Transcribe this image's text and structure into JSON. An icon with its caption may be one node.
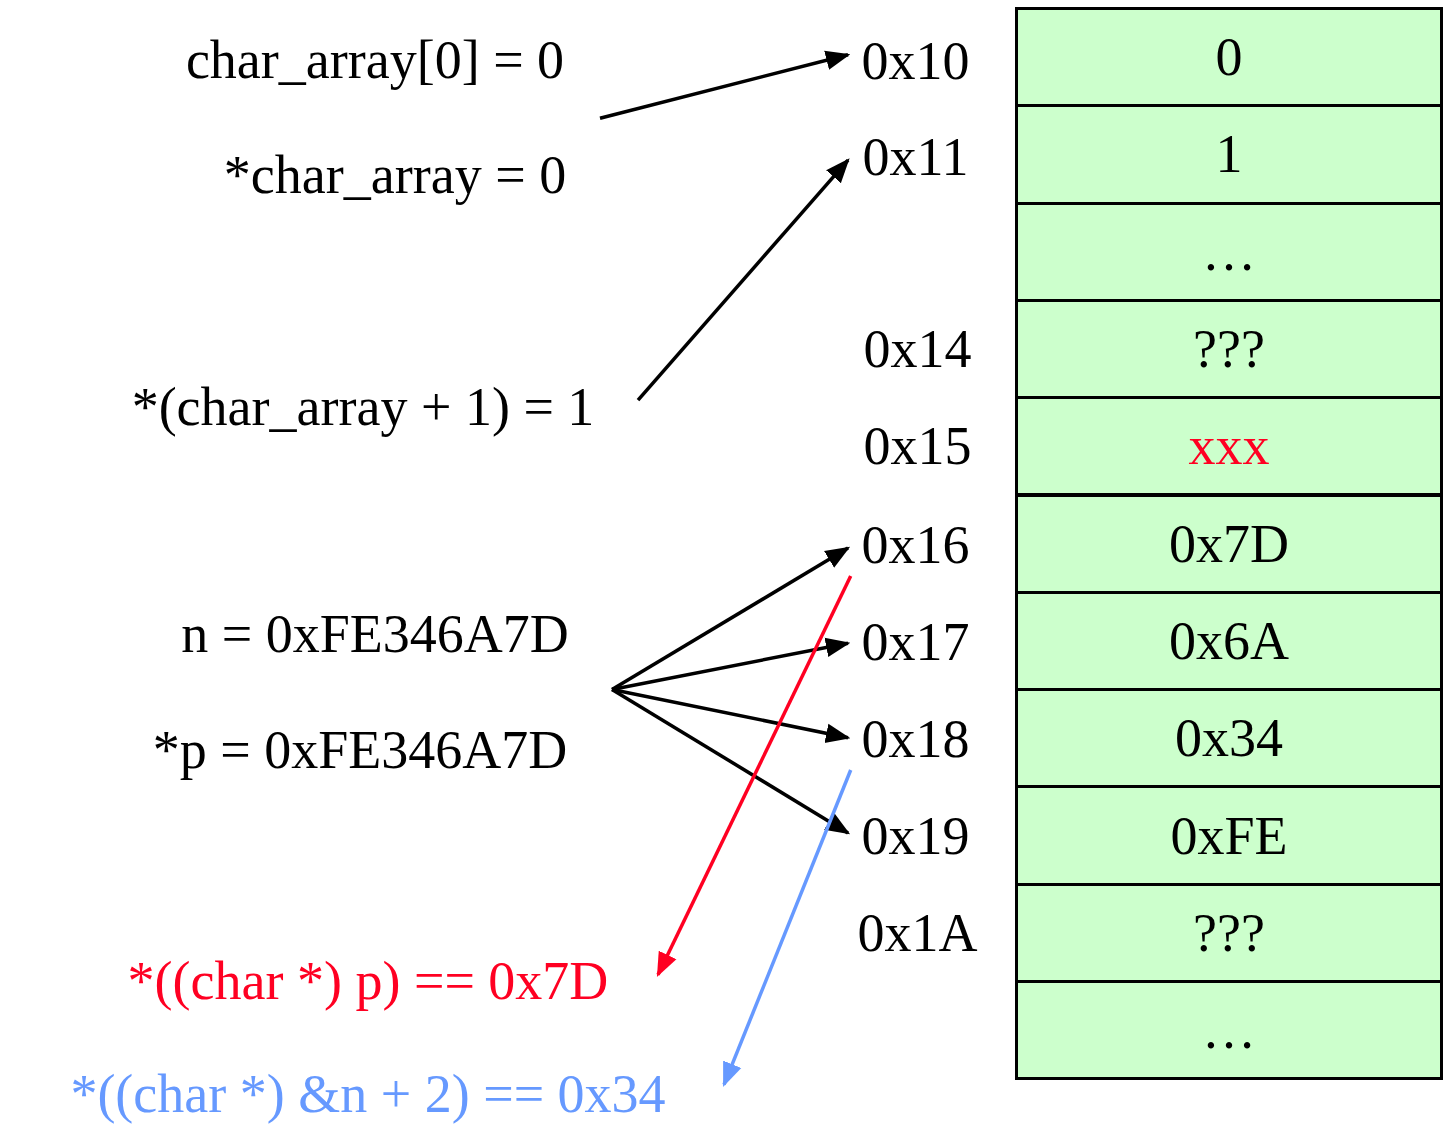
{
  "diagram": {
    "nodes": [
      {
        "text": [
          "char_array[0] = 0",
          "*char_array = 0"
        ]
      },
      {
        "text": [
          "0x10"
        ]
      },
      {
        "text": [
          "0x11"
        ]
      },
      {
        "text": [
          "*(char_array + 1) = 1"
        ]
      },
      {
        "text": [
          "0x16"
        ]
      },
      {
        "text": [
          "0x17"
        ]
      },
      {
        "text": [
          "0x18"
        ]
      },
      {
        "text": [
          "0x19"
        ]
      },
      {
        "text": [
          "n = 0xFE346A7D",
          "*p = 0xFE346A7D"
        ]
      },
      {
        "text": [
          "*((char *) p) == 0x7D"
        ]
      },
      {
        "text": [
          "*((char *) &n + 2) == 0x34"
        ]
      }
    ],
    "edges": [
      {
        "from": 0,
        "to": 1,
        "arrow": "to"
      },
      {
        "from": 3,
        "to": 2,
        "arrow": "to"
      },
      {
        "from": 8,
        "to": 4,
        "arrow": "to"
      },
      {
        "from": 8,
        "to": 5,
        "arrow": "to"
      },
      {
        "from": 8,
        "to": 6,
        "arrow": "to"
      },
      {
        "from": 8,
        "to": 7,
        "arrow": "to"
      },
      {
        "from": 4,
        "to": 9,
        "arrow": "to",
        "color": "#ff0022"
      },
      {
        "from": 6,
        "to": 10,
        "arrow": "to",
        "color": "#6699ff"
      }
    ],
    "labels": [
      "0",
      "1",
      "…",
      "0x14",
      "???",
      "0x15",
      "xxx",
      "0x7D",
      "0x6A",
      "0x34",
      "0xFE",
      "0x1A",
      "???",
      "…"
    ]
  }
}
